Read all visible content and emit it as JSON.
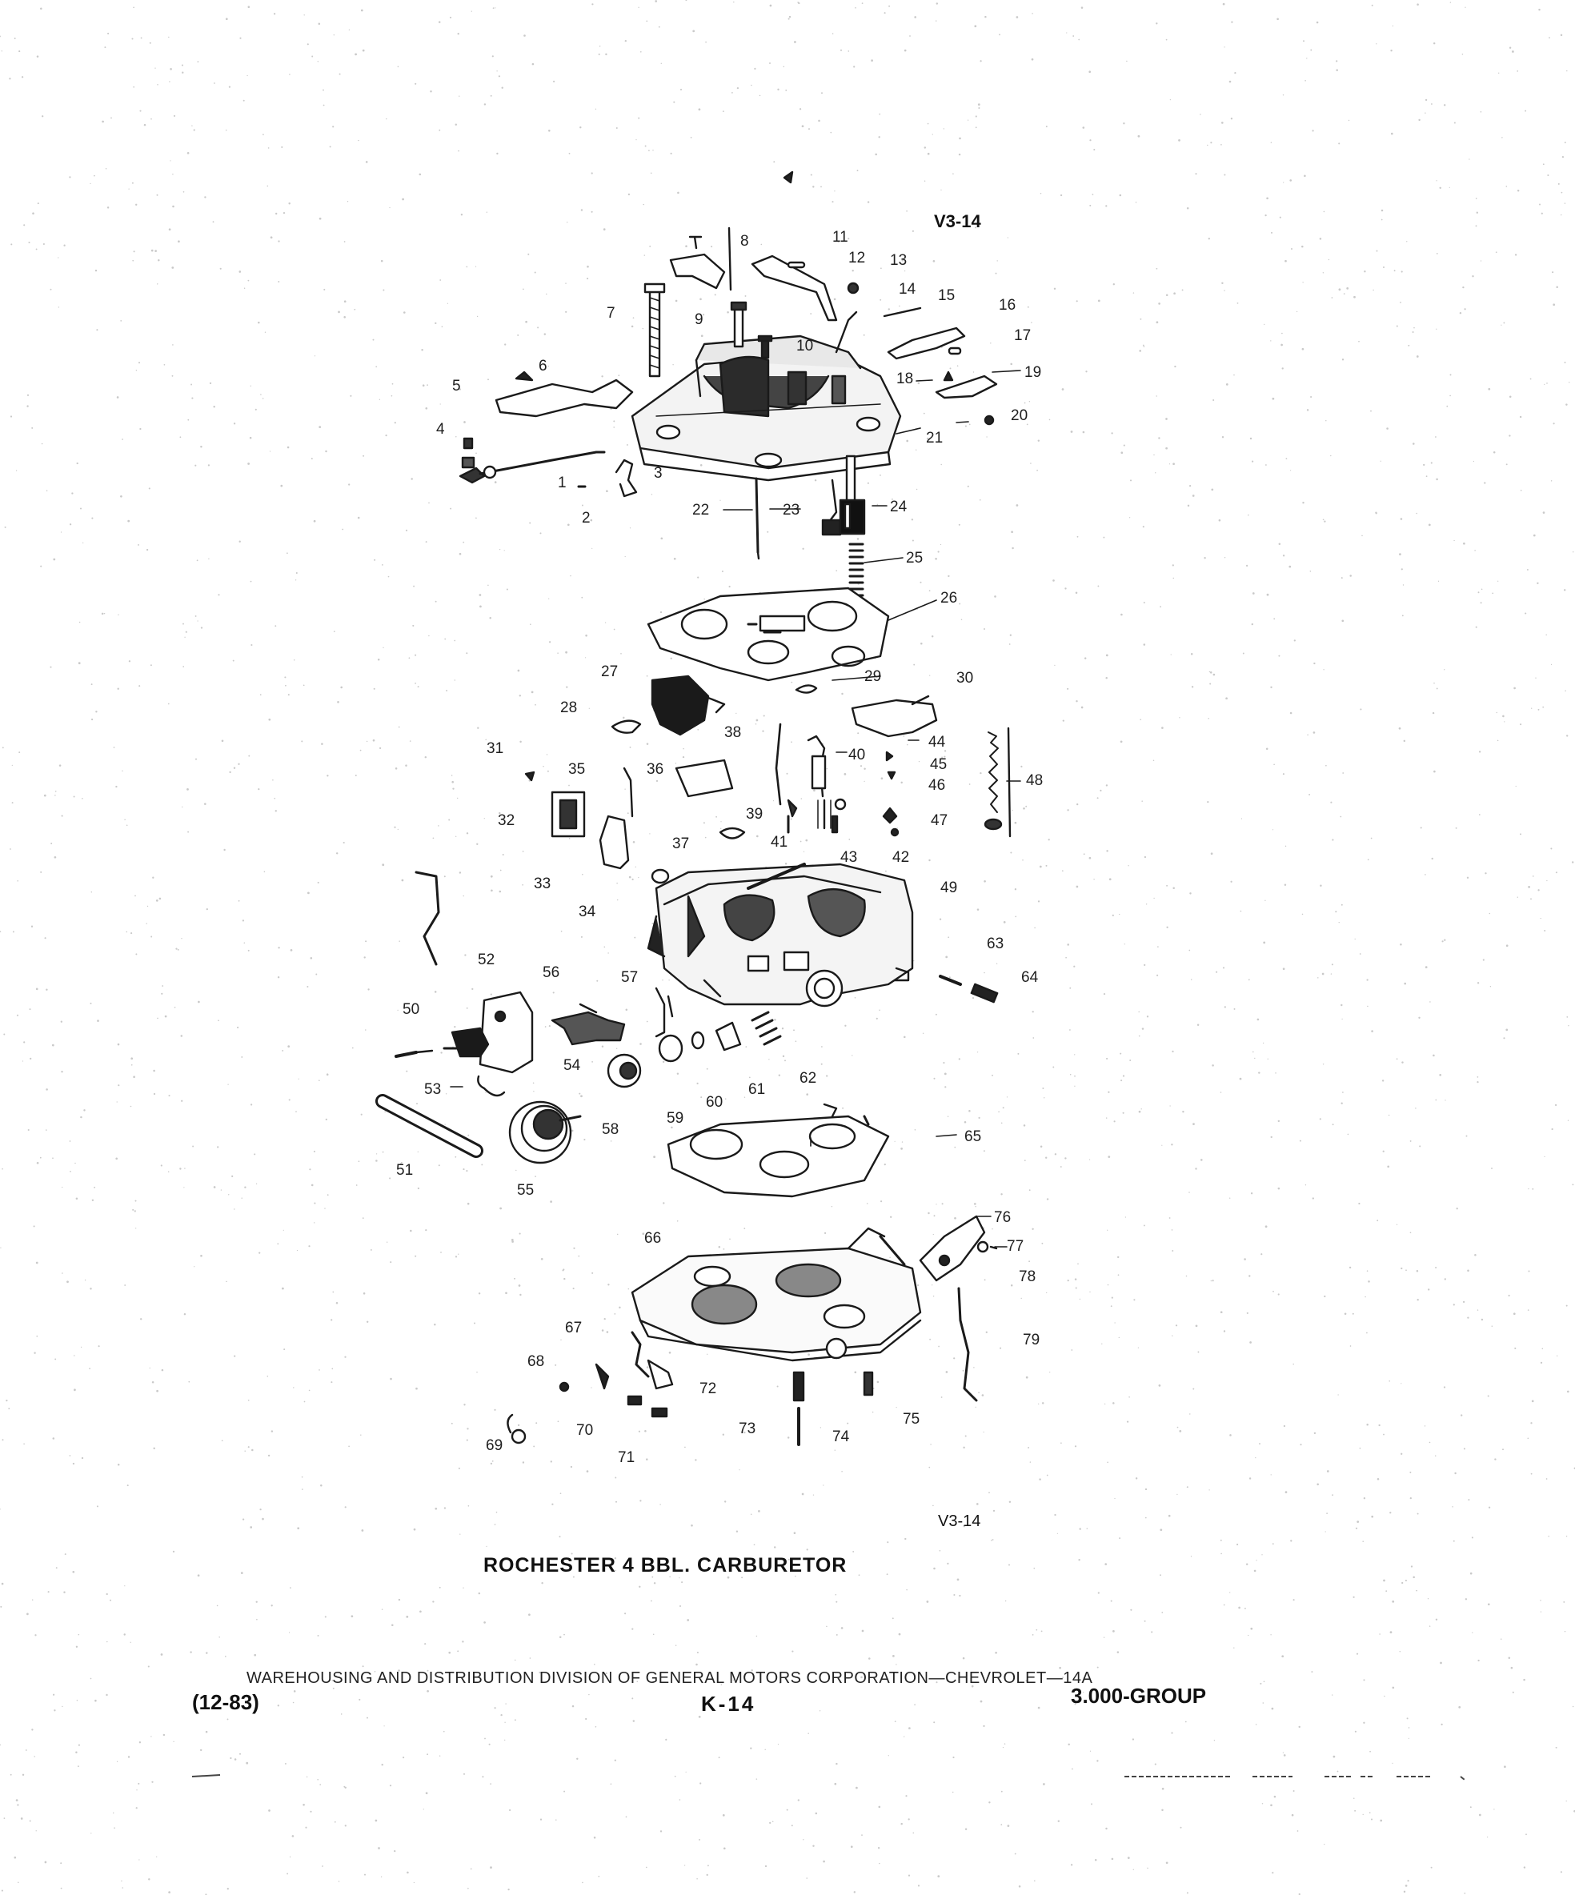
{
  "page": {
    "diagram_code_top": "V3-14",
    "diagram_code_bottom": "V3-14",
    "title": "ROCHESTER 4 BBL. CARBURETOR",
    "division_line": "WAREHOUSING AND DISTRIBUTION DIVISION OF GENERAL MOTORS CORPORATION—CHEVROLET—14A",
    "date_code": "(12-83)",
    "page_number": "K-14",
    "group": "3.000-GROUP"
  },
  "callouts": [
    "1",
    "2",
    "3",
    "4",
    "5",
    "6",
    "7",
    "8",
    "9",
    "10",
    "11",
    "12",
    "13",
    "14",
    "15",
    "16",
    "17",
    "18",
    "19",
    "20",
    "21",
    "22",
    "23",
    "24",
    "25",
    "26",
    "27",
    "28",
    "29",
    "30",
    "31",
    "32",
    "33",
    "34",
    "35",
    "36",
    "37",
    "38",
    "39",
    "40",
    "41",
    "42",
    "43",
    "44",
    "45",
    "46",
    "47",
    "48",
    "49",
    "50",
    "51",
    "52",
    "53",
    "54",
    "55",
    "56",
    "57",
    "58",
    "59",
    "60",
    "61",
    "62",
    "63",
    "64",
    "65",
    "66",
    "67",
    "68",
    "69",
    "70",
    "71",
    "72",
    "73",
    "74",
    "75",
    "76",
    "77",
    "78",
    "79"
  ]
}
